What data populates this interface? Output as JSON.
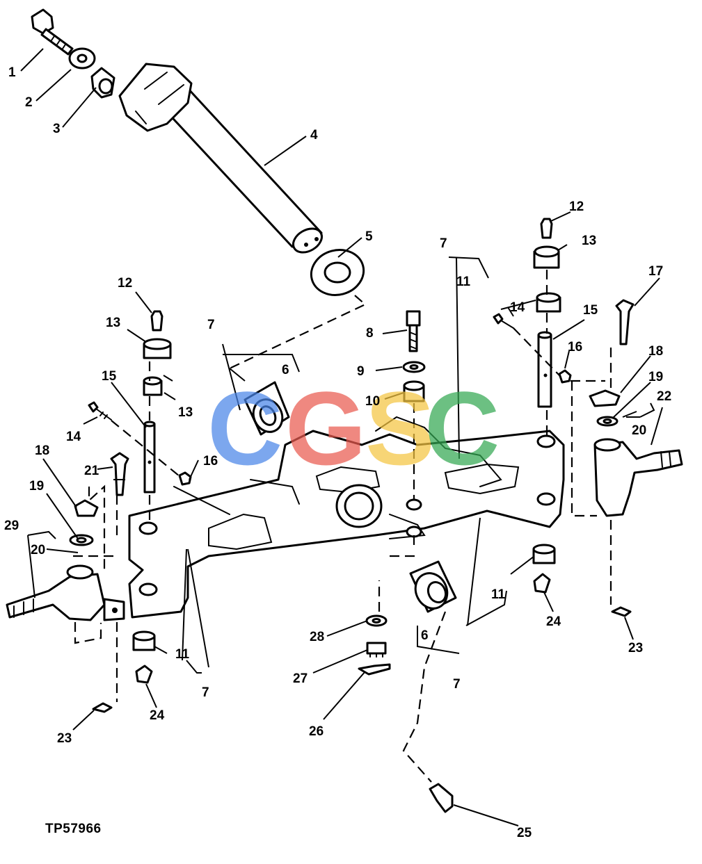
{
  "drawing_id": "TP57966",
  "watermark": {
    "letters": [
      "C",
      "G",
      "S",
      "C"
    ],
    "colors": [
      "#4a86e8",
      "#ea5b50",
      "#f5c542",
      "#34a853"
    ]
  },
  "callouts": [
    "1",
    "2",
    "3",
    "4",
    "5",
    "6",
    "6",
    "6",
    "7",
    "7",
    "7",
    "7",
    "7",
    "8",
    "9",
    "10",
    "11",
    "11",
    "11",
    "11",
    "12",
    "12",
    "13",
    "13",
    "13",
    "13",
    "14",
    "14",
    "15",
    "15",
    "16",
    "16",
    "17",
    "18",
    "18",
    "19",
    "19",
    "20",
    "20",
    "21",
    "22",
    "23",
    "23",
    "24",
    "24",
    "25",
    "26",
    "27",
    "28",
    "29"
  ]
}
